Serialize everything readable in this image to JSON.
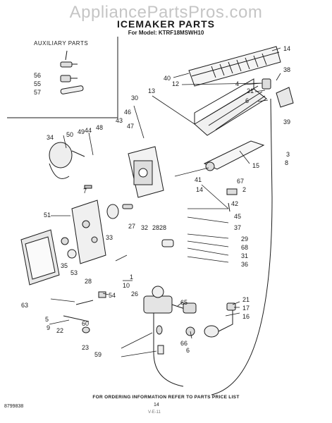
{
  "header": {
    "watermark": "AppliancePartsPros.com",
    "title": "ICEMAKER PARTS",
    "model_line": "For Model: KTRF18MSWH10"
  },
  "auxiliary": {
    "title": "AUXILIARY PARTS",
    "callouts": [
      "56",
      "55",
      "57"
    ]
  },
  "callouts": [
    "14",
    "38",
    "40",
    "12",
    "4",
    "21",
    "13",
    "6",
    "39",
    "3",
    "8",
    "30",
    "46",
    "47",
    "43",
    "48",
    "44",
    "49",
    "50",
    "34",
    "15",
    "41",
    "14",
    "67",
    "2",
    "7",
    "42",
    "51",
    "27",
    "32",
    "28",
    "45",
    "33",
    "28",
    "37",
    "29",
    "68",
    "31",
    "36",
    "35",
    "53",
    "28",
    "1",
    "10",
    "26",
    "54",
    "63",
    "5",
    "65",
    "21",
    "17",
    "9",
    "60",
    "16",
    "22",
    "23",
    "59",
    "66",
    "6"
  ],
  "footer": {
    "note": "FOR ORDERING INFORMATION REFER TO PARTS PRICE LIST",
    "doc_number": "8799838",
    "page_number": "14",
    "stamp": "V-E-11"
  }
}
